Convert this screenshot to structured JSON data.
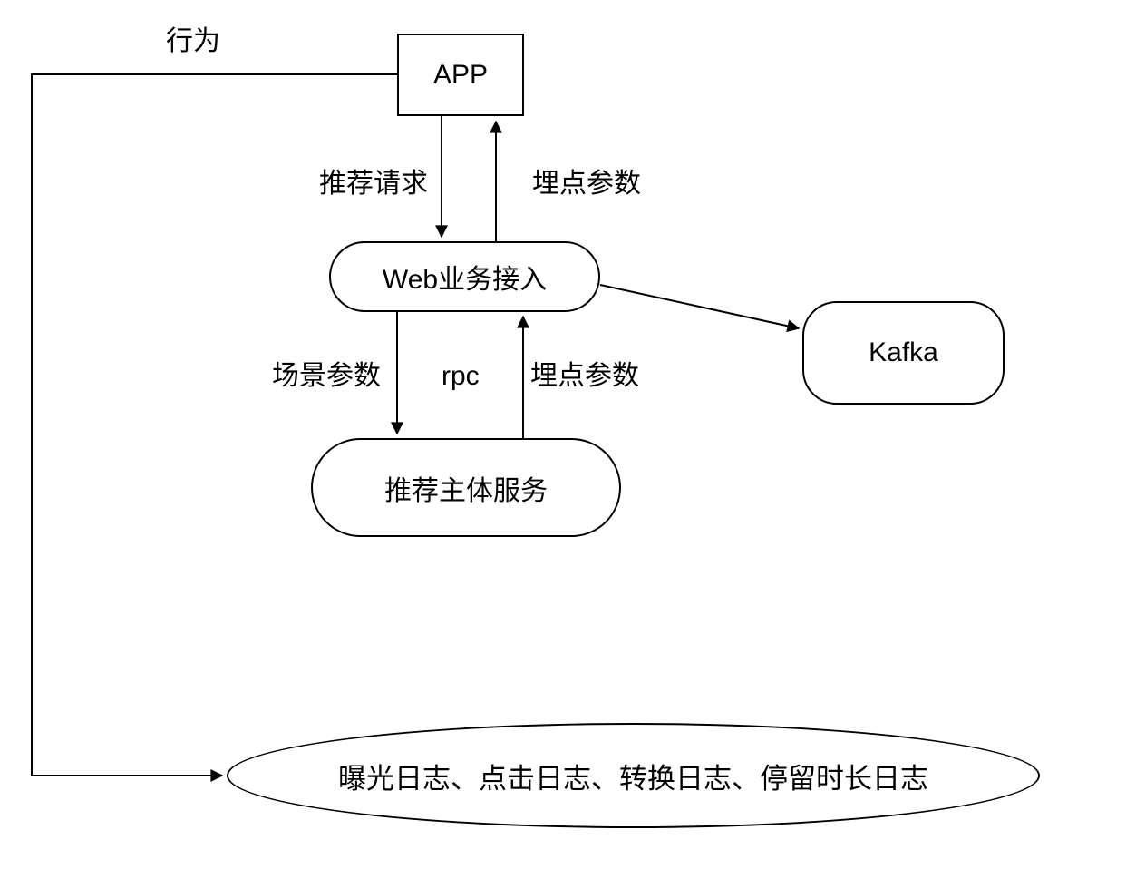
{
  "diagram": {
    "background_color": "#ffffff",
    "stroke_color": "#000000",
    "text_color": "#000000",
    "nodes": {
      "app": {
        "label": "APP",
        "shape": "rectangle"
      },
      "web_access": {
        "label": "Web业务接入",
        "shape": "stadium"
      },
      "kafka": {
        "label": "Kafka",
        "shape": "rounded-rectangle"
      },
      "recommend_service": {
        "label": "推荐主体服务",
        "shape": "stadium"
      },
      "logs": {
        "label": "曝光日志、点击日志、转换日志、停留时长日志",
        "shape": "ellipse"
      }
    },
    "edge_labels": {
      "behavior": "行为",
      "recommend_request": "推荐请求",
      "tracking_params_app": "埋点参数",
      "scene_params": "场景参数",
      "rpc": "rpc",
      "tracking_params_service": "埋点参数"
    },
    "edges": [
      {
        "from": "app",
        "to": "logs",
        "label": "行为"
      },
      {
        "from": "app",
        "to": "web_access",
        "label": "推荐请求"
      },
      {
        "from": "web_access",
        "to": "app",
        "label": "埋点参数"
      },
      {
        "from": "web_access",
        "to": "kafka",
        "label": ""
      },
      {
        "from": "web_access",
        "to": "recommend_service",
        "label": "场景参数 / rpc"
      },
      {
        "from": "recommend_service",
        "to": "web_access",
        "label": "埋点参数"
      }
    ]
  }
}
